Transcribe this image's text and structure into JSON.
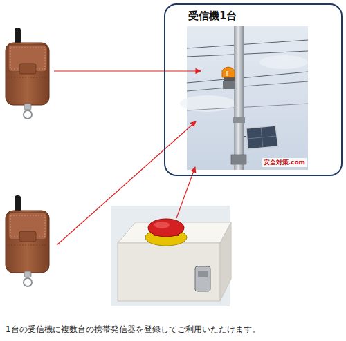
{
  "diagram": {
    "caption": "1台の受信機に複数台の携帯発信器を登録してご利用いただけます。",
    "nodes": [
      {
        "text": [
          "受信機1台"
        ]
      }
    ],
    "labels": [
      "安全対策.com"
    ]
  }
}
